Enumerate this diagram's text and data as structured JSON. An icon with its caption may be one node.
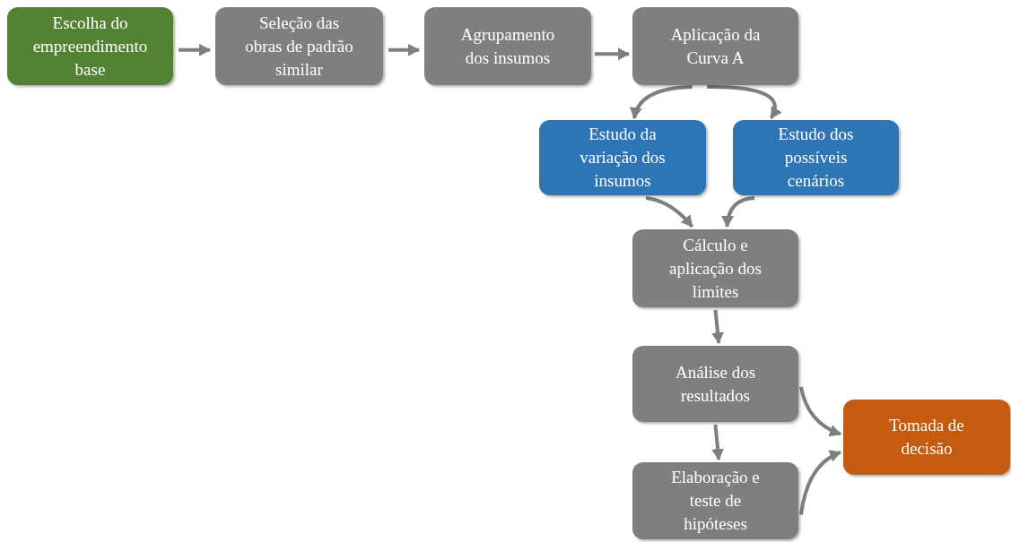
{
  "diagram": {
    "nodes": [
      {
        "text": [
          "Escolha do empreendimento base"
        ]
      },
      {
        "text": [
          "Seleção das obras de padrão similar"
        ]
      },
      {
        "text": [
          "Agrupamento dos insumos"
        ]
      },
      {
        "text": [
          "Aplicação da Curva A"
        ]
      },
      {
        "text": [
          "Estudo da variação dos insumos"
        ]
      },
      {
        "text": [
          "Estudo dos possíveis cenários"
        ]
      },
      {
        "text": [
          "Cálculo e aplicação dos limites"
        ]
      },
      {
        "text": [
          "Análise dos resultados"
        ]
      },
      {
        "text": [
          "Tomada de decisão"
        ]
      },
      {
        "text": [
          "Elaboração e teste de hipóteses"
        ]
      }
    ],
    "edges": [
      {
        "from": 0,
        "to": 1,
        "arrow": "to"
      },
      {
        "from": 1,
        "to": 2,
        "arrow": "to"
      },
      {
        "from": 2,
        "to": 3,
        "arrow": "to"
      },
      {
        "from": 3,
        "to": 4,
        "arrow": "to"
      },
      {
        "from": 3,
        "to": 5,
        "arrow": "to"
      },
      {
        "from": 4,
        "to": 6,
        "arrow": "to"
      },
      {
        "from": 5,
        "to": 6,
        "arrow": "to"
      },
      {
        "from": 6,
        "to": 7,
        "arrow": "to"
      },
      {
        "from": 7,
        "to": 9,
        "arrow": "to"
      },
      {
        "from": 7,
        "to": 8,
        "arrow": "to"
      },
      {
        "from": 9,
        "to": 8,
        "arrow": "to"
      }
    ]
  }
}
